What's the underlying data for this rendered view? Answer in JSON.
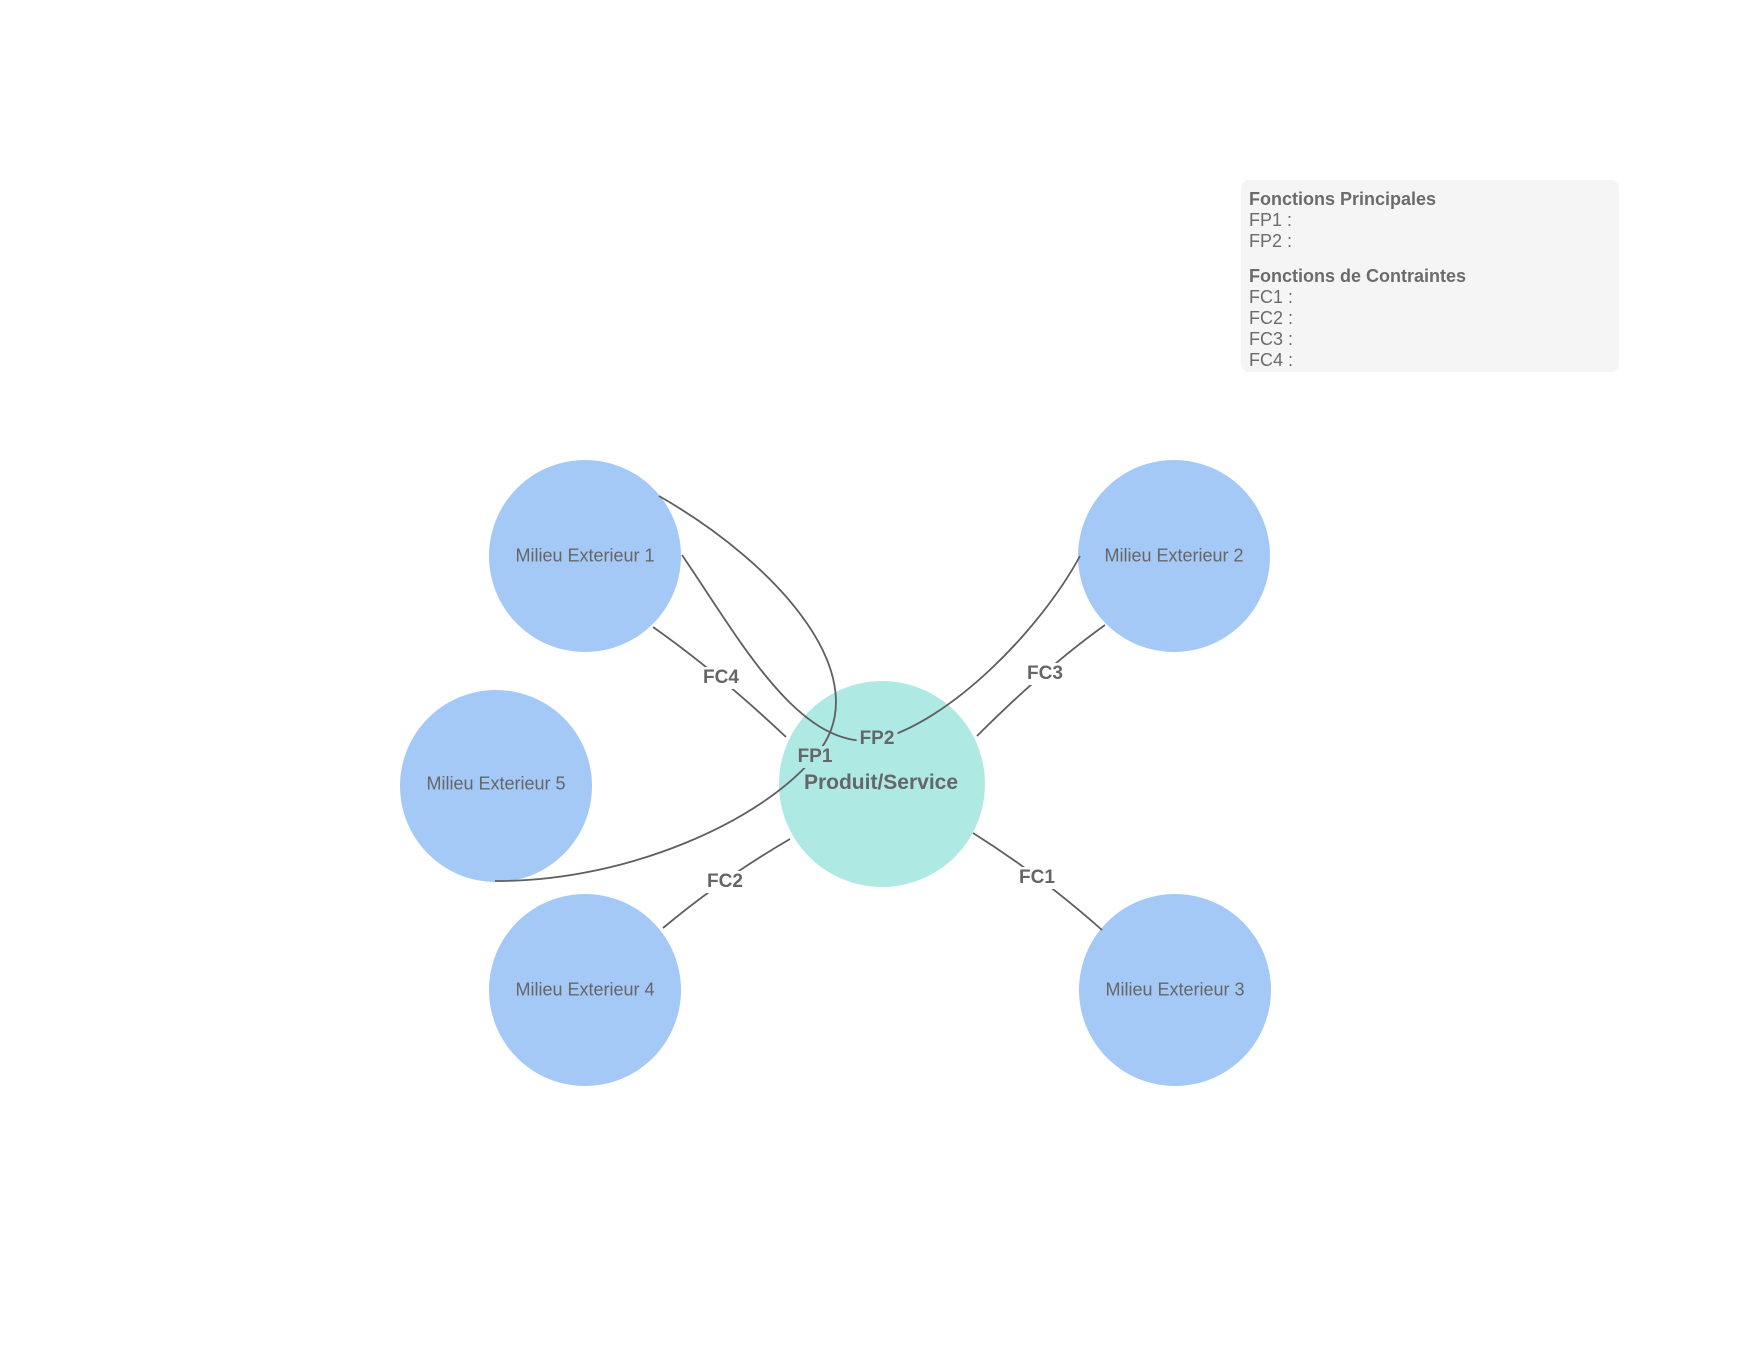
{
  "diagram": {
    "center_node": {
      "label": "Produit/Service"
    },
    "nodes": [
      {
        "label": "Milieu Exterieur 1"
      },
      {
        "label": "Milieu Exterieur 2"
      },
      {
        "label": "Milieu Exterieur 3"
      },
      {
        "label": "Milieu Exterieur 4"
      },
      {
        "label": "Milieu Exterieur 5"
      }
    ],
    "edges": [
      {
        "label": "FP1",
        "type": "fonction-principale",
        "from": "Milieu Exterieur 1",
        "to": "Milieu Exterieur 5"
      },
      {
        "label": "FP2",
        "type": "fonction-principale",
        "from": "Milieu Exterieur 1",
        "to": "Milieu Exterieur 2"
      },
      {
        "label": "FC1",
        "type": "fonction-contrainte",
        "from": "Produit/Service",
        "to": "Milieu Exterieur 3"
      },
      {
        "label": "FC2",
        "type": "fonction-contrainte",
        "from": "Produit/Service",
        "to": "Milieu Exterieur 4"
      },
      {
        "label": "FC3",
        "type": "fonction-contrainte",
        "from": "Milieu Exterieur 2",
        "to": "Produit/Service"
      },
      {
        "label": "FC4",
        "type": "fonction-contrainte",
        "from": "Milieu Exterieur 1",
        "to": "Produit/Service"
      }
    ],
    "colors": {
      "milieu_fill": "#a4c9f6",
      "produit_fill": "#afe9e4",
      "edge_stroke": "#5f5f5f",
      "text": "#666666",
      "legend_bg": "#f5f5f5",
      "background": "#ffffff"
    }
  },
  "legend": {
    "title_fp": "Fonctions Principales",
    "fp_items": [
      "FP1 :",
      "FP2 :"
    ],
    "title_fc": "Fonctions de Contraintes",
    "fc_items": [
      "FC1 :",
      "FC2 :",
      "FC3 :",
      "FC4 :"
    ]
  }
}
